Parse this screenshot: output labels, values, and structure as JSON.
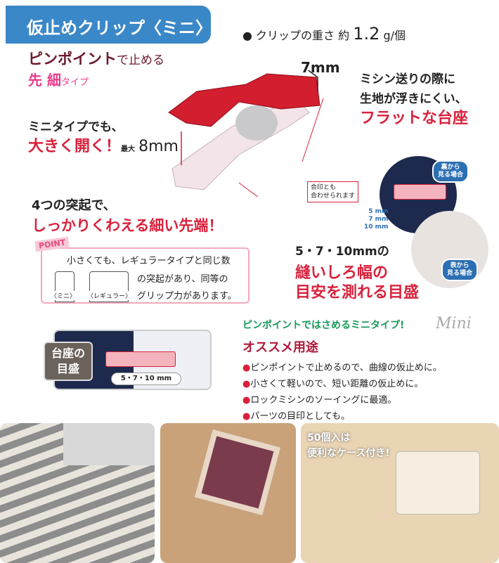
{
  "header": {
    "title": "仮止めクリップ〈ミニ〉",
    "weight_prefix": "● クリップの重さ 約",
    "weight_value": "1.2",
    "weight_unit": "g/個"
  },
  "tagline": {
    "line1_bold": "ピンポイント",
    "line1_rest": "で止める",
    "line2_a": "先 細",
    "line2_b": "タイプ"
  },
  "features": {
    "width_label": "7mm",
    "flat_1": "ミシン送りの際に",
    "flat_2": "生地が浮きにくい、",
    "flat_3": "フラットな台座",
    "open_1": "ミニタイプでも、",
    "open_2": "大きく開く！",
    "open_max": "最大",
    "open_value": "8mm",
    "tip_1": "4つの突起で、",
    "tip_2": "しっかりくわえる細い先端！",
    "scale_1": "5・7・10mmの",
    "scale_2": "縫いしろ幅の",
    "scale_3": "目安を測れる目盛"
  },
  "point": {
    "tag": "POINT",
    "text_1": "小さくても、レギュラータイプと同じ数",
    "text_2": "の突起があり、同等の",
    "text_3": "グリップ力があります。",
    "label_mini": "〈ミニ〉",
    "label_regular": "〈レギュラー〉"
  },
  "inset": {
    "match_1": "合印とも",
    "match_2": "合わせられます",
    "mm_5": "5 mm",
    "mm_7": "7 mm",
    "mm_10": "10 mm",
    "back_1": "裏から",
    "back_2": "見る場合",
    "front_1": "表から",
    "front_2": "見る場合"
  },
  "scale_box": {
    "label_1": "台座の",
    "label_2": "目盛",
    "pill": "5・7・10 mm"
  },
  "uses": {
    "headline": "ピンポイントではさめるミニタイプ!",
    "script": "Mini",
    "title": "オススメ用途",
    "items": [
      "ピンポイントで止めるので、曲線の仮止めに。",
      "小さくて軽いので、短い距離の仮止めに。",
      "ロックミシンのソーイングに最適。",
      "パーツの目印としても。"
    ]
  },
  "photos": {
    "case_1": "50個入は",
    "case_2": "便利なケース付き!"
  },
  "colors": {
    "brand_blue": "#3a88c8",
    "accent_red": "#d9213c",
    "pink": "#e83c8a",
    "green": "#1a9a5a",
    "maroon": "#6b1a2b"
  }
}
